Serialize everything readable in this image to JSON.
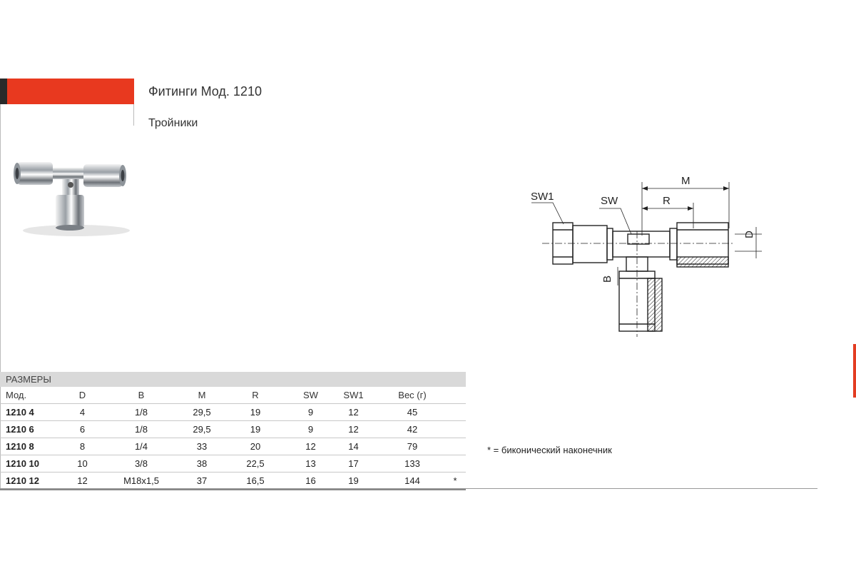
{
  "header": {
    "title": "Фитинги Мод. 1210",
    "subtitle": "Тройники"
  },
  "drawing": {
    "labels": {
      "sw1": "SW1",
      "sw": "SW",
      "m": "M",
      "r": "R",
      "d": "D",
      "b": "B"
    }
  },
  "table": {
    "section_title": "РАЗМЕРЫ",
    "columns": [
      "Мод.",
      "D",
      "B",
      "M",
      "R",
      "SW",
      "SW1",
      "Вес (г)",
      ""
    ],
    "rows": [
      [
        "1210 4",
        "4",
        "1/8",
        "29,5",
        "19",
        "9",
        "12",
        "45",
        ""
      ],
      [
        "1210 6",
        "6",
        "1/8",
        "29,5",
        "19",
        "9",
        "12",
        "42",
        ""
      ],
      [
        "1210 8",
        "8",
        "1/4",
        "33",
        "20",
        "12",
        "14",
        "79",
        ""
      ],
      [
        "1210 10",
        "10",
        "3/8",
        "38",
        "22,5",
        "13",
        "17",
        "133",
        ""
      ],
      [
        "1210 12",
        "12",
        "M18x1,5",
        "37",
        "16,5",
        "16",
        "19",
        "144",
        "*"
      ]
    ]
  },
  "note": "* = биконический наконечник",
  "colors": {
    "brand": "#e8391f",
    "table_header_bg": "#d9d9d9"
  }
}
